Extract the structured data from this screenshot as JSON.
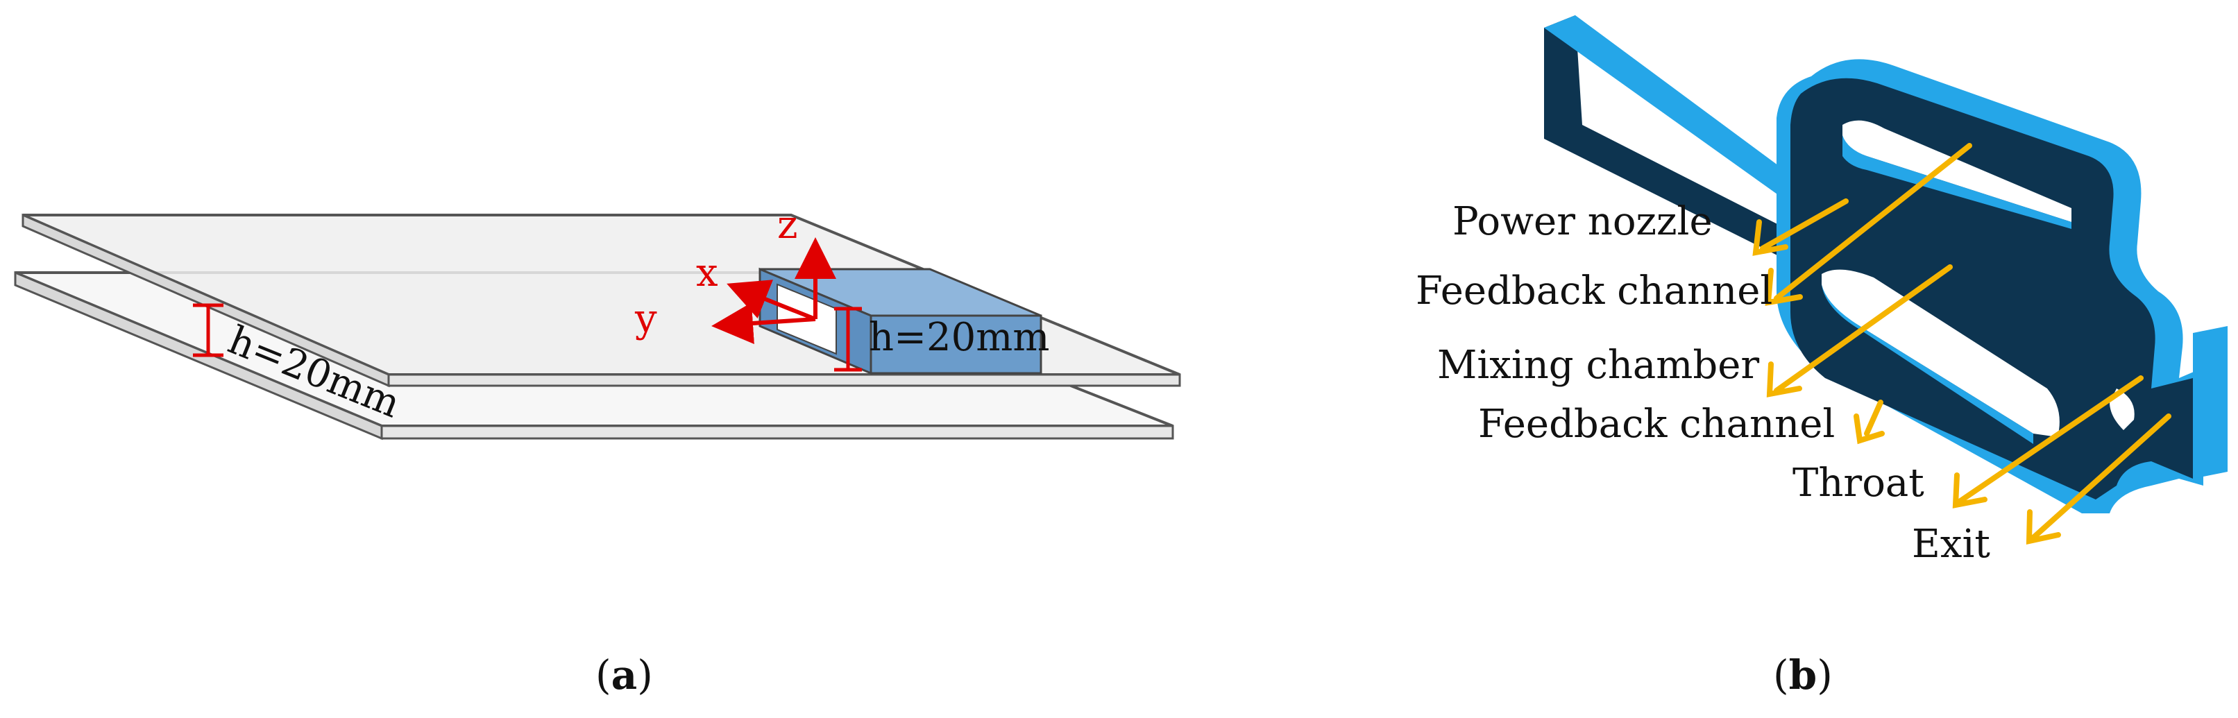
{
  "panel_a": {
    "axis_z": "z",
    "axis_x": "x",
    "axis_y": "y",
    "gap_label_left": "h=20mm",
    "gap_label_box": "h=20mm",
    "caption_open": "(",
    "caption_letter": "a",
    "caption_close": ")"
  },
  "panel_b": {
    "labels": [
      "Power nozzle",
      "Feedback channel",
      "Mixing chamber",
      "Feedback channel",
      "Throat",
      "Exit"
    ],
    "caption_open": "(",
    "caption_letter": "b",
    "caption_close": ")"
  },
  "colors": {
    "plate_fill": "#f2f2f2",
    "plate_edge": "#555555",
    "box_fill": "#6b9ccb",
    "axis_red": "#e00000",
    "device_dark": "#0d3450",
    "device_cyan": "#25a6e8",
    "arrow_orange": "#f5b400"
  }
}
